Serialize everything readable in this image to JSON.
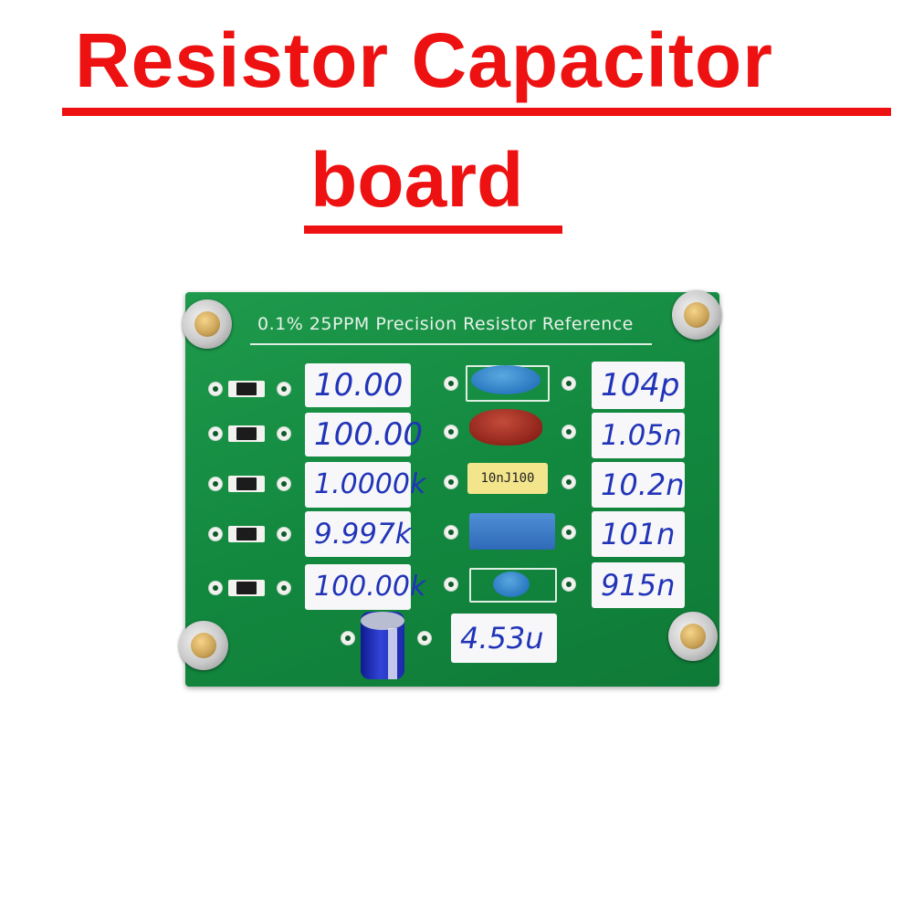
{
  "title": {
    "line1": "Resistor Capacitor",
    "line2": "board"
  },
  "board": {
    "silkscreen_title": "0.1% 25PPM Precision Resistor Reference",
    "resistor_labels": [
      "10.00",
      "100.00",
      "1.0000k",
      "9.997k",
      "100.00k"
    ],
    "capacitor_labels": [
      "104p",
      "1.05n",
      "10.2n",
      "101n",
      "915n"
    ],
    "electrolytic_label": "4.53u",
    "film_cap_marking": "10nJ100",
    "colors": {
      "pcb_green": "#138a40",
      "title_red": "#ee1111",
      "ink_blue": "#2134b8"
    }
  }
}
